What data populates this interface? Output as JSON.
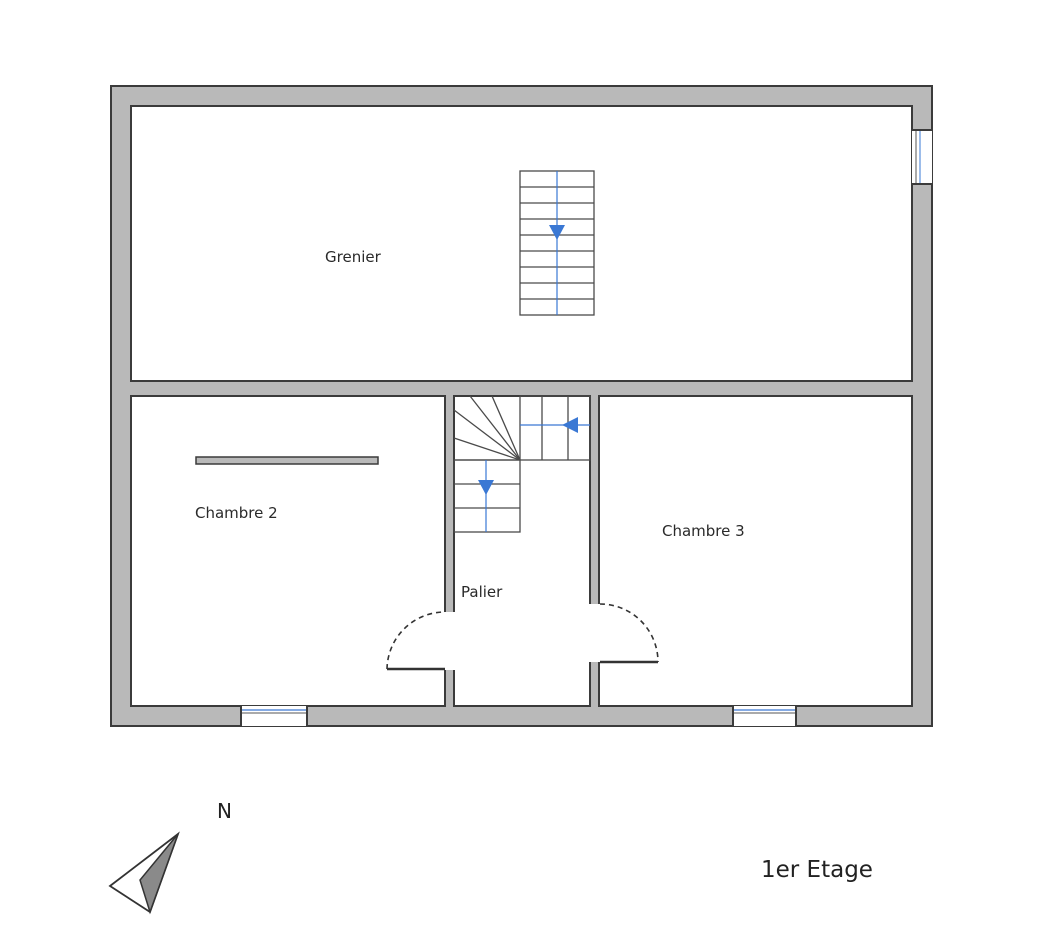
{
  "rooms": {
    "grenier": "Grenier",
    "chambre2": "Chambre 2",
    "chambre3": "Chambre 3",
    "palier": "Palier"
  },
  "compass": {
    "north_label": "N"
  },
  "floor_label": "1er Etage",
  "colors": {
    "wall": "#b9b9b9",
    "outline": "#3b3b3b",
    "stair_arrow": "#3a78d4"
  }
}
